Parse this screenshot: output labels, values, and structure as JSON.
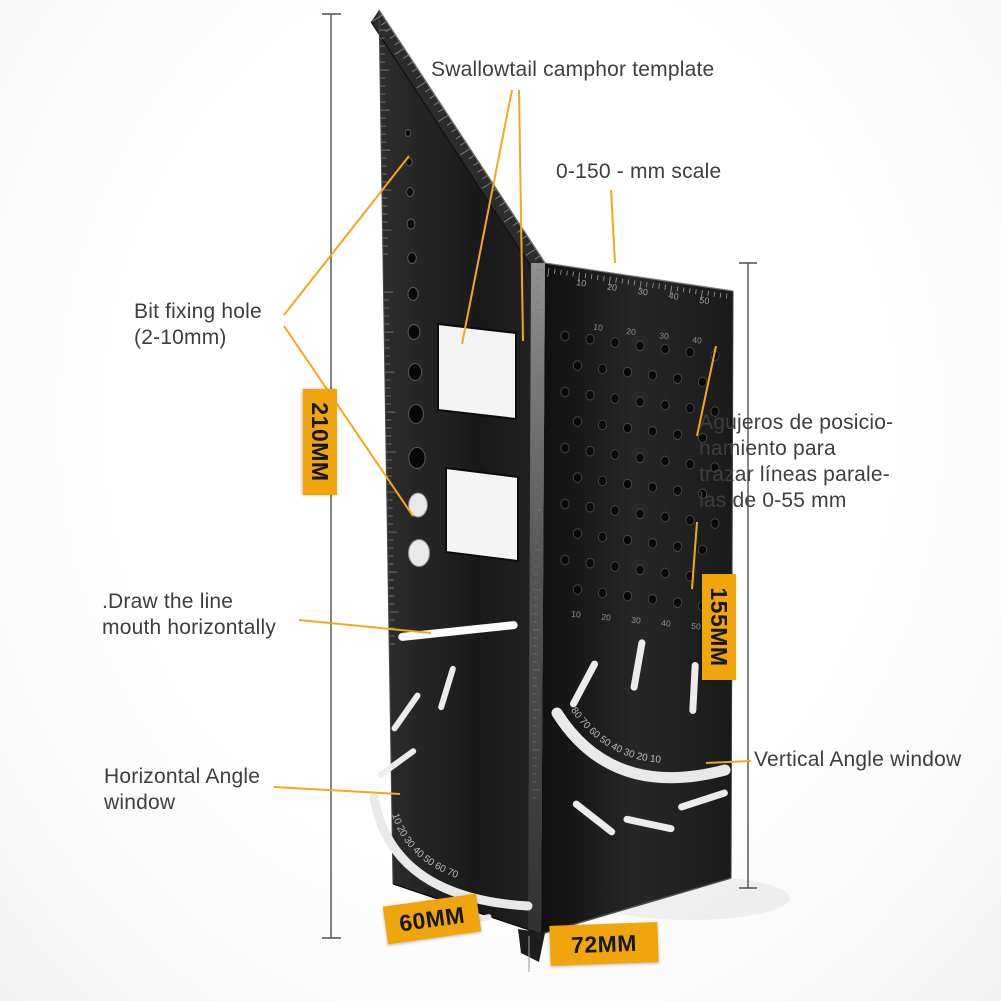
{
  "colors": {
    "badge": "#F0A50A",
    "leader": "#F3A71C",
    "label_text": "#3E3E3E",
    "tool_body": "#1C1C1C"
  },
  "labels": {
    "swallowtail": "Swallowtail camphor template",
    "mm_scale": "0-150 - mm scale",
    "bit_fixing_line1": "Bit fixing hole",
    "bit_fixing_line2": "(2-10mm)",
    "agujeros_line1": "Agujeros de posicio-",
    "agujeros_line2": "namiento para",
    "agujeros_line3": "trazar líneas parale-",
    "agujeros_line4": "las de 0-55 mm",
    "draw_line_line1": ".Draw the line",
    "draw_line_line2": "mouth horizontally",
    "horizontal_angle_line1": "Horizontal Angle",
    "horizontal_angle_line2": "window",
    "vertical_angle": "Vertical Angle window"
  },
  "dimensions": {
    "height_left": "210MM",
    "height_right": "155MM",
    "width_left": "60MM",
    "width_right": "72MM"
  },
  "tool": {
    "top_scale_numbers": [
      "10",
      "20",
      "30",
      "40",
      "50"
    ],
    "hole_grid_numbers_top": [
      "10",
      "20",
      "30",
      "40"
    ],
    "hole_grid_numbers_bottom": [
      "10",
      "20",
      "30",
      "40",
      "50"
    ],
    "horizontal_protractor_numbers": [
      "10",
      "20",
      "30",
      "40",
      "50",
      "60",
      "70"
    ],
    "vertical_protractor_numbers": [
      "80",
      "70",
      "60",
      "50",
      "40",
      "30",
      "20",
      "10"
    ]
  }
}
